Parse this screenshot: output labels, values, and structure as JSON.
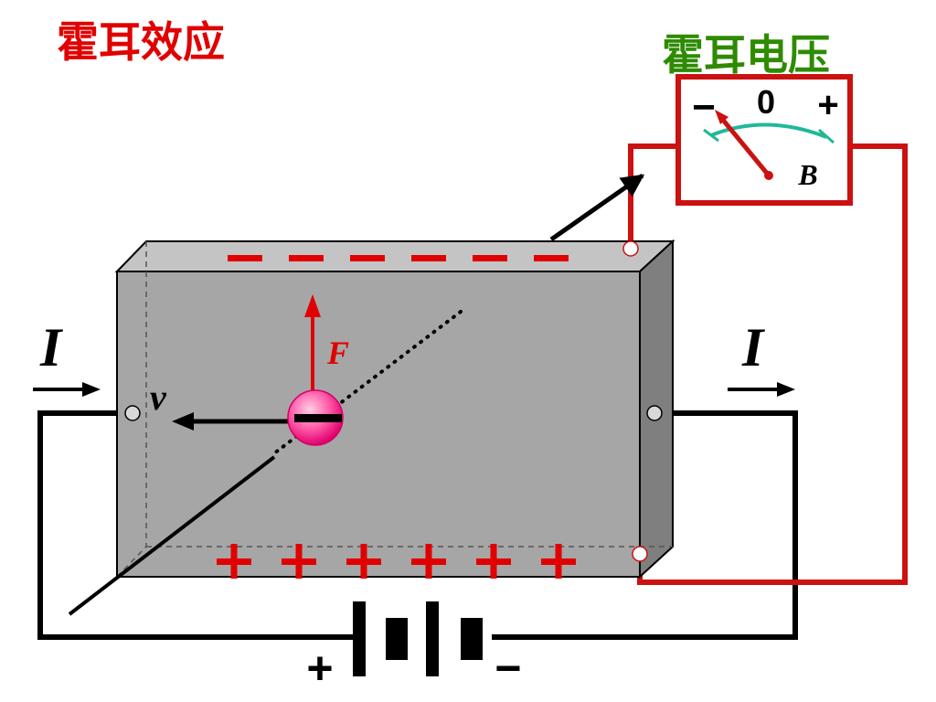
{
  "title": "霍耳效应",
  "meter": {
    "title": "霍耳电压",
    "minus_label": "−",
    "zero_label": "0",
    "plus_label": "+",
    "field_label": "B"
  },
  "labels": {
    "current_left": "I",
    "current_right": "I",
    "velocity": "v",
    "force": "F"
  },
  "charges": {
    "top_symbol": "−",
    "top_count": 6,
    "bottom_symbol": "+",
    "bottom_count": 6
  },
  "battery": {
    "plus_label": "+",
    "minus_label": "−"
  },
  "colors": {
    "red": "#e00000",
    "green": "#2e8b00",
    "teal": "#20b89a",
    "slab_front": "#a6a6a6",
    "slab_top": "#c4c4c4",
    "slab_side": "#7f7f7f",
    "wire": "#000000",
    "meter_wire": "#cc1111"
  }
}
